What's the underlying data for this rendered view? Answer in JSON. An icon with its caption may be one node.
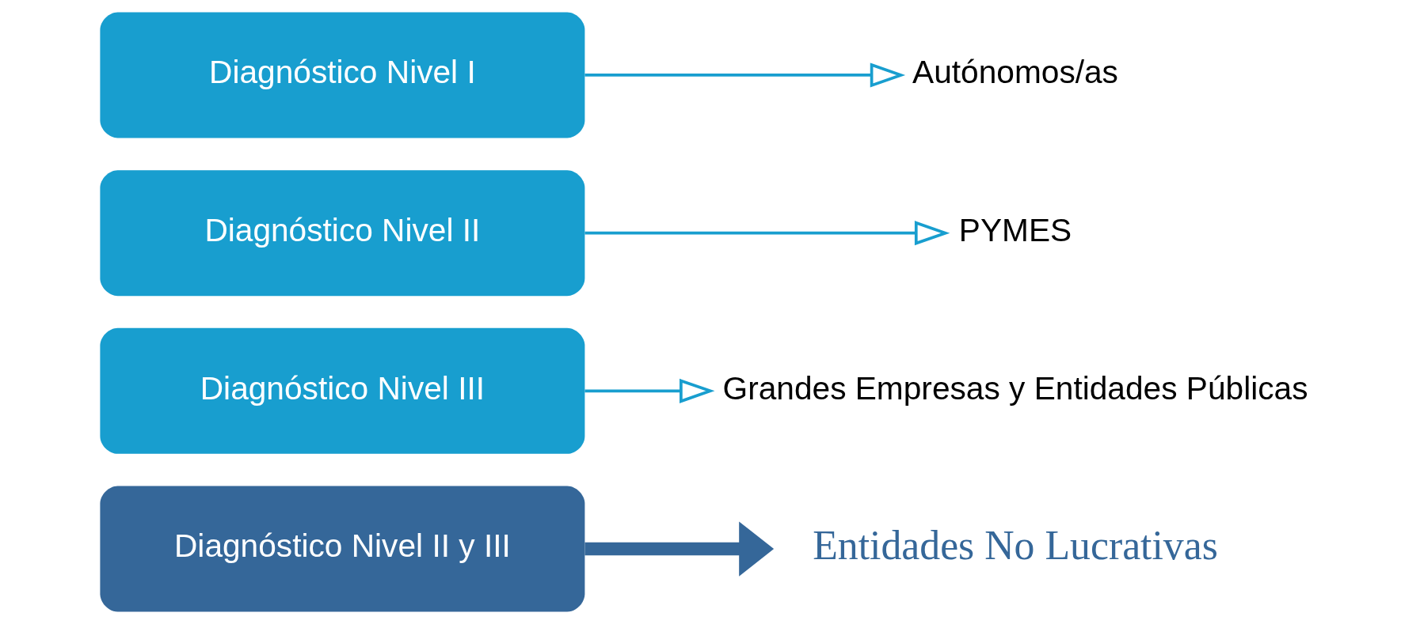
{
  "diagram": {
    "nodes": [
      {
        "text": [
          "Diagnóstico Nivel I"
        ]
      },
      {
        "text": [
          "Diagnóstico Nivel II"
        ]
      },
      {
        "text": [
          "Diagnóstico Nivel III"
        ]
      },
      {
        "text": [
          "Diagnóstico Nivel II y III"
        ]
      },
      {
        "text": [
          "Autónomos/as"
        ]
      },
      {
        "text": [
          "PYMES"
        ]
      },
      {
        "text": [
          "Grandes Empresas y Entidades Públicas"
        ]
      },
      {
        "text": [
          "Entidades No Lucrativas"
        ]
      }
    ],
    "edges": [
      {
        "from": 0,
        "to": 4,
        "arrow": "to"
      },
      {
        "from": 1,
        "to": 5,
        "arrow": "to"
      },
      {
        "from": 2,
        "to": 6,
        "arrow": "to"
      },
      {
        "from": 3,
        "to": 7,
        "arrow": "to",
        "style": "thick",
        "color": "#356799"
      }
    ]
  }
}
